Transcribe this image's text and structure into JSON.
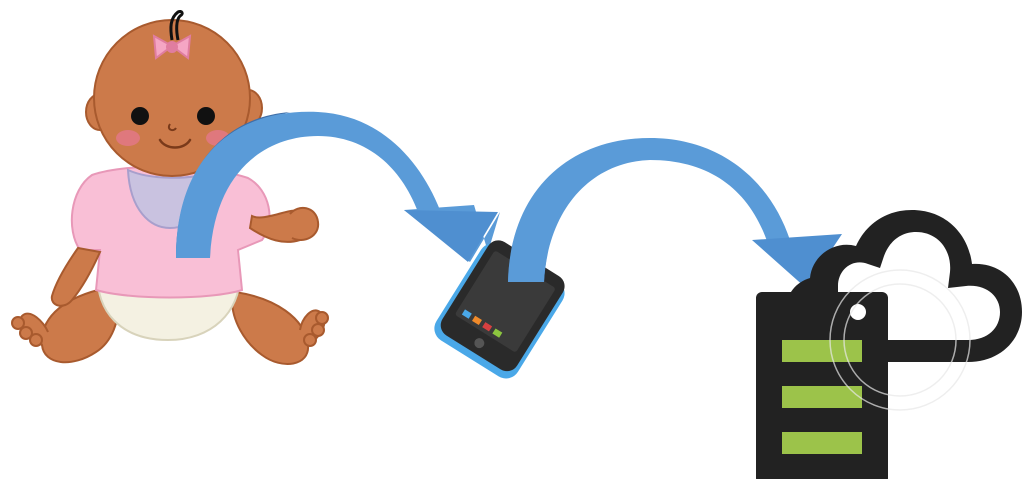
{
  "diagram": {
    "nodes": [
      {
        "id": "baby",
        "icon": "baby-illustration"
      },
      {
        "id": "phone",
        "icon": "smartphone-icon"
      },
      {
        "id": "server",
        "icon": "cloud-server-icon"
      }
    ],
    "edges": [
      {
        "from": "baby",
        "to": "phone",
        "icon": "curved-arrow"
      },
      {
        "from": "phone",
        "to": "server",
        "icon": "curved-arrow"
      }
    ]
  },
  "colors": {
    "skin": "#cc7a4a",
    "skin_shadow": "#b8683c",
    "shirt": "#f9bfd6",
    "bib": "#c9c2e0",
    "diaper": "#f4f1e2",
    "bow": "#f5a6c4",
    "arrow_light": "#5a9bd8",
    "arrow_dark": "#3f6ea8",
    "phone_body": "#2a2a2a",
    "phone_frame": "#4aa8e8",
    "server_dark": "#222222",
    "server_green": "#9cc34a"
  }
}
